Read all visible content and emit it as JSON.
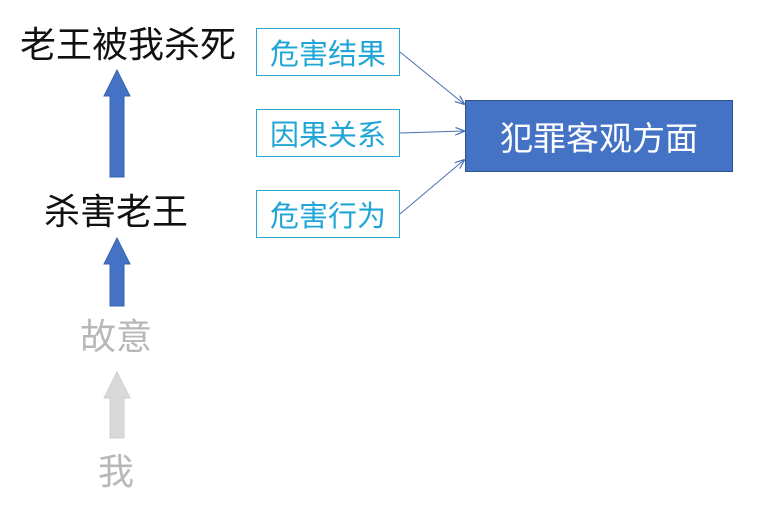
{
  "chain": {
    "result": "老王被我杀死",
    "action": "杀害老王",
    "intent": "故意",
    "self": "我"
  },
  "tags": {
    "harm_result": "危害结果",
    "causality": "因果关系",
    "harm_act": "危害行为"
  },
  "target": {
    "label": "犯罪客观方面"
  },
  "colors": {
    "arrow_active": "#4472c4",
    "arrow_inactive": "#d9d9d9",
    "tag": "#1fa6d6",
    "target_fill": "#4472c4",
    "text_inactive": "#b8b8b8"
  }
}
